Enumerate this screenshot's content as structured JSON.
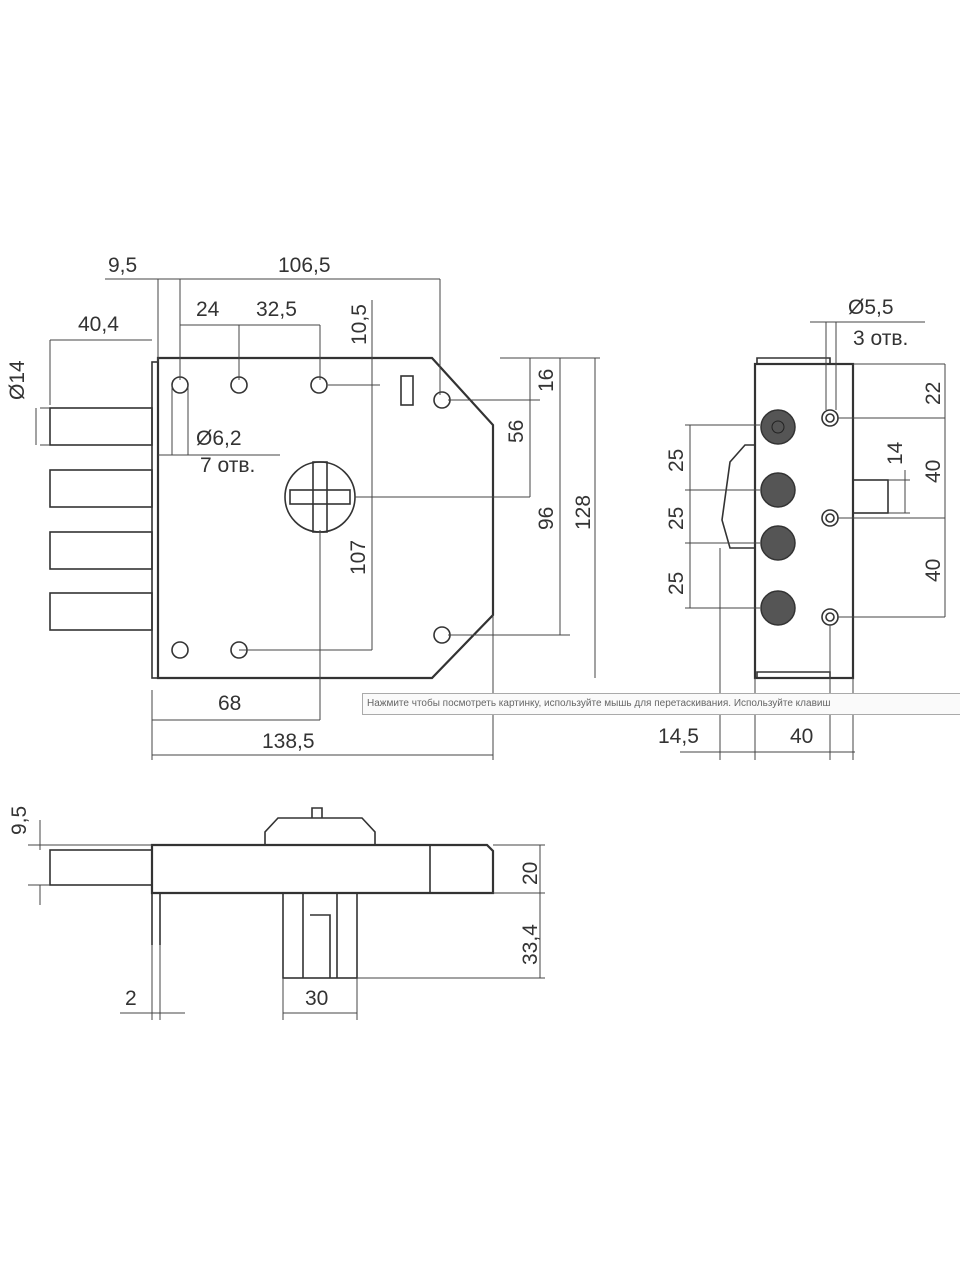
{
  "front": {
    "d_95": "9,5",
    "d_1065": "106,5",
    "d_404": "40,4",
    "d_24": "24",
    "d_325": "32,5",
    "d_105": "10,5",
    "d_14": "Ø14",
    "d_62": "Ø6,2",
    "holes7": "7 отв.",
    "d_16": "16",
    "d_56": "56",
    "d_96": "96",
    "d_128": "128",
    "d_107": "107",
    "d_68": "68",
    "d_1385": "138,5"
  },
  "side": {
    "d_55": "Ø5,5",
    "holes3": "3 отв.",
    "d_22": "22",
    "d_14": "14",
    "d_40a": "40",
    "d_40b": "40",
    "d_25a": "25",
    "d_25b": "25",
    "d_25c": "25",
    "d_145": "14,5",
    "d_40c": "40"
  },
  "bottom": {
    "d_95": "9,5",
    "d_20": "20",
    "d_334": "33,4",
    "d_2": "2",
    "d_30": "30"
  },
  "tooltip": "Нажмите чтобы посмотреть картинку, используйте мышь для перетаскивания. Используйте клавиш"
}
